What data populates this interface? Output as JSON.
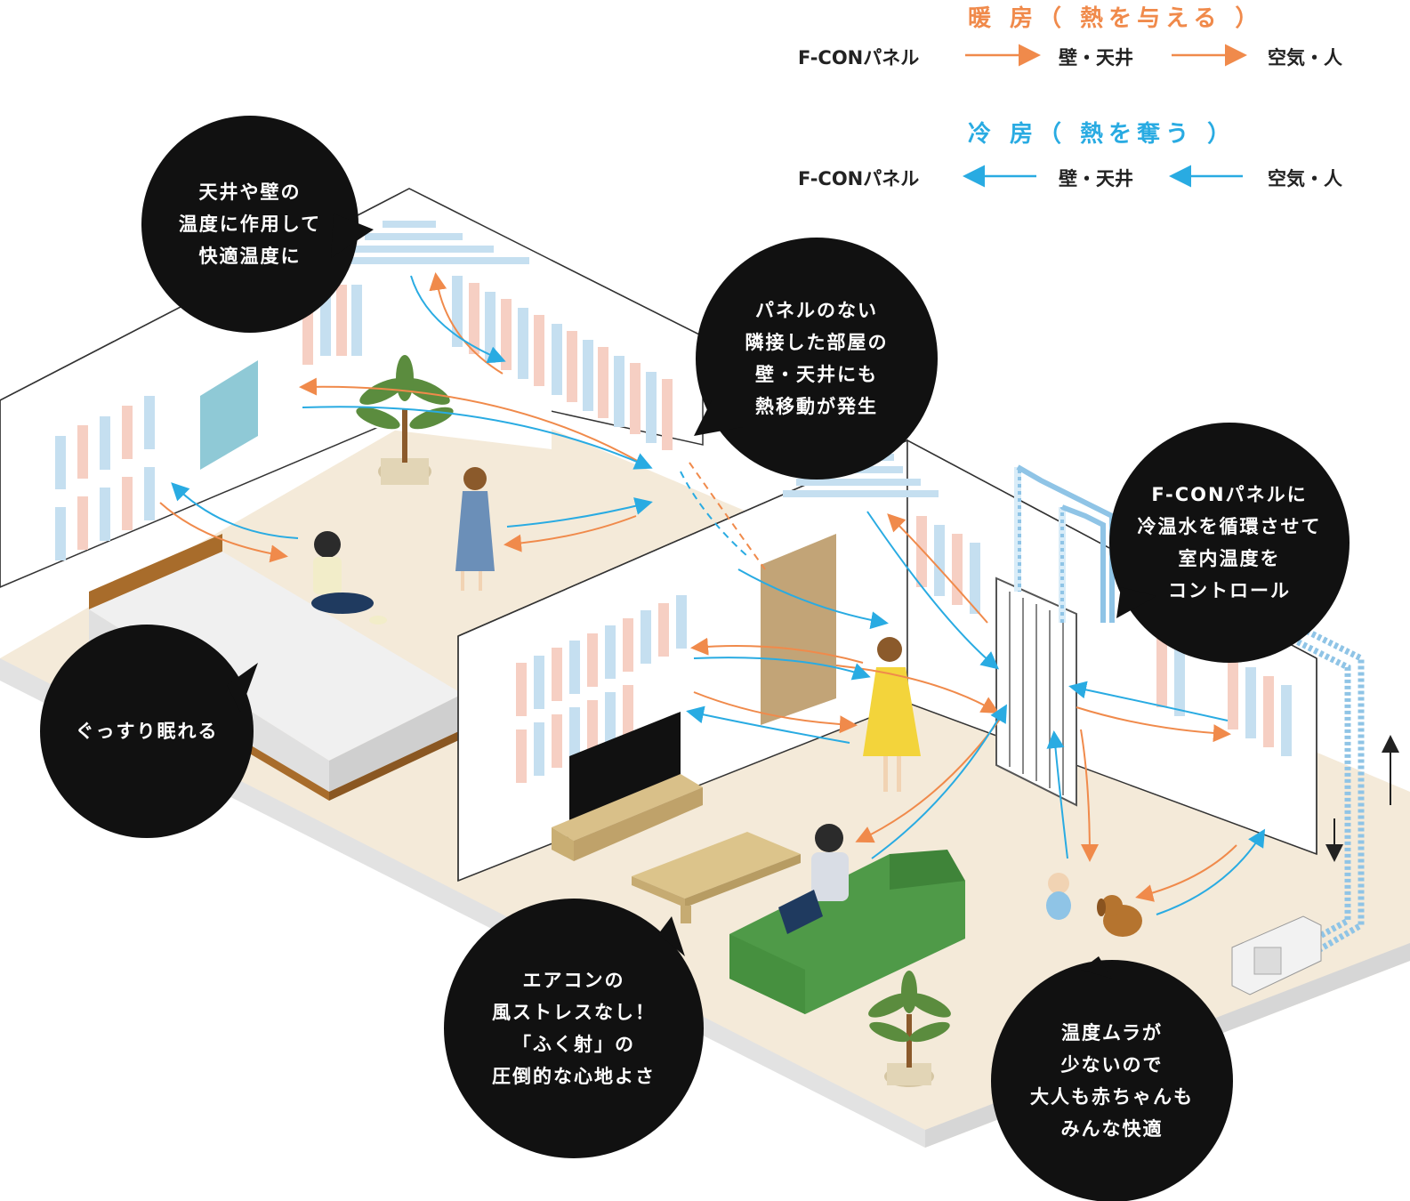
{
  "legend": {
    "heating": {
      "title": "暖 房（ 熱を与える ）",
      "panel": "F-CONパネル",
      "wall": "壁・天井",
      "air": "空気・人",
      "color": "#f08a4b"
    },
    "cooling": {
      "title": "冷 房（ 熱を奪う ）",
      "panel": "F-CONパネル",
      "wall": "壁・天井",
      "air": "空気・人",
      "color": "#29abe2"
    }
  },
  "bubbles": {
    "ceiling": [
      "天井や壁の",
      "温度に作用して",
      "快適温度に"
    ],
    "adjacent": [
      "パネルのない",
      "隣接した部屋の",
      "壁・天井にも",
      "熱移動が発生"
    ],
    "fcon": [
      "F-CONパネルに",
      "冷温水を循環させて",
      "室内温度を",
      "コントロール"
    ],
    "sleep": [
      "ぐっすり眠れる"
    ],
    "aircon": [
      "エアコンの",
      "風ストレスなし！",
      "「ふく射」の",
      "圧倒的な心地よさ"
    ],
    "uneven": [
      "温度ムラが",
      "少ないので",
      "大人も赤ちゃんも",
      "みんな快適"
    ]
  },
  "colors": {
    "bubble": "#111111",
    "floor": "#f4ead9",
    "floor_edge": "#e4e4e4",
    "wall": "#ffffff",
    "panel_pink": "#f6cfc3",
    "panel_blue": "#c5dff0",
    "sofa": "#4f9a48",
    "bed_frame": "#a86c2b",
    "door": "#c2a477",
    "dress": "#f3d43b"
  }
}
